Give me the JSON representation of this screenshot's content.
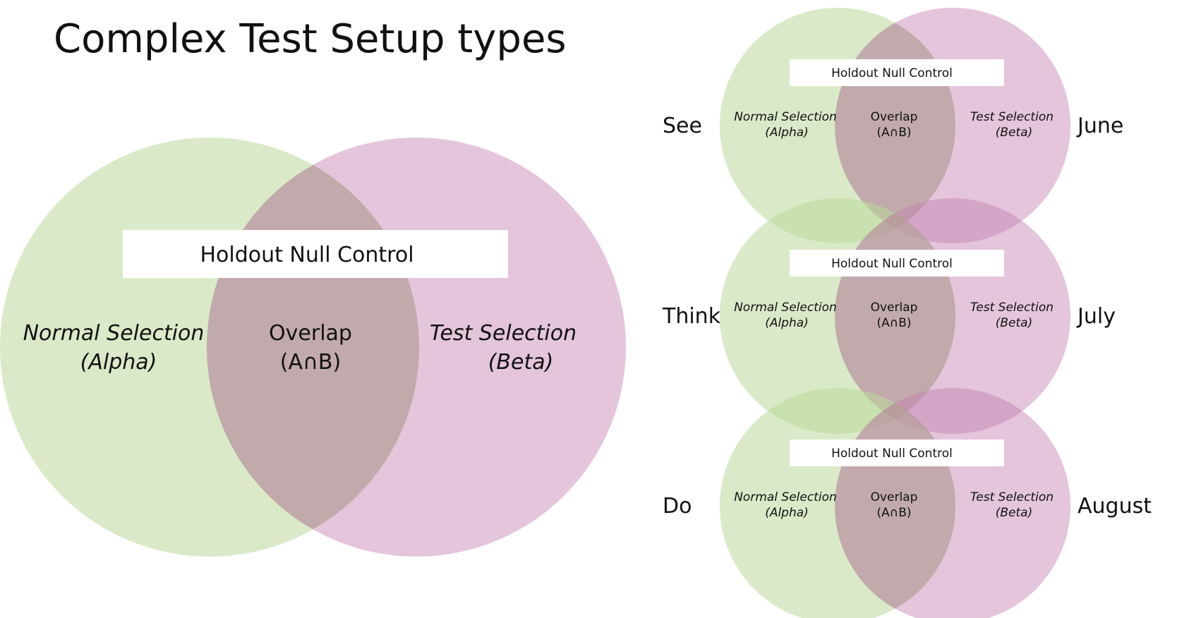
{
  "title": "Complex Test Setup types",
  "colors": {
    "alpha": "#bcd89a",
    "beta": "#c47fb0",
    "overlap": "#a98f8b",
    "holdout_box": "#ffffff"
  },
  "main_venn": {
    "holdout": "Holdout Null Control",
    "alpha_line1": "Normal Selection",
    "alpha_line2": "(Alpha)",
    "overlap_line1": "Overlap",
    "overlap_line2": "(A∩B)",
    "beta_line1": "Test Selection",
    "beta_line2": "(Beta)"
  },
  "small_venns": [
    {
      "stage": "See",
      "month": "June",
      "holdout": "Holdout Null Control",
      "alpha_line1": "Normal Selection",
      "alpha_line2": "(Alpha)",
      "overlap_line1": "Overlap",
      "overlap_line2": "(A∩B)",
      "beta_line1": "Test Selection",
      "beta_line2": "(Beta)"
    },
    {
      "stage": "Think",
      "month": "July",
      "holdout": "Holdout Null Control",
      "alpha_line1": "Normal Selection",
      "alpha_line2": "(Alpha)",
      "overlap_line1": "Overlap",
      "overlap_line2": "(A∩B)",
      "beta_line1": "Test Selection",
      "beta_line2": "(Beta)"
    },
    {
      "stage": "Do",
      "month": "August",
      "holdout": "Holdout Null Control",
      "alpha_line1": "Normal Selection",
      "alpha_line2": "(Alpha)",
      "overlap_line1": "Overlap",
      "overlap_line2": "(A∩B)",
      "beta_line1": "Test Selection",
      "beta_line2": "(Beta)"
    }
  ]
}
